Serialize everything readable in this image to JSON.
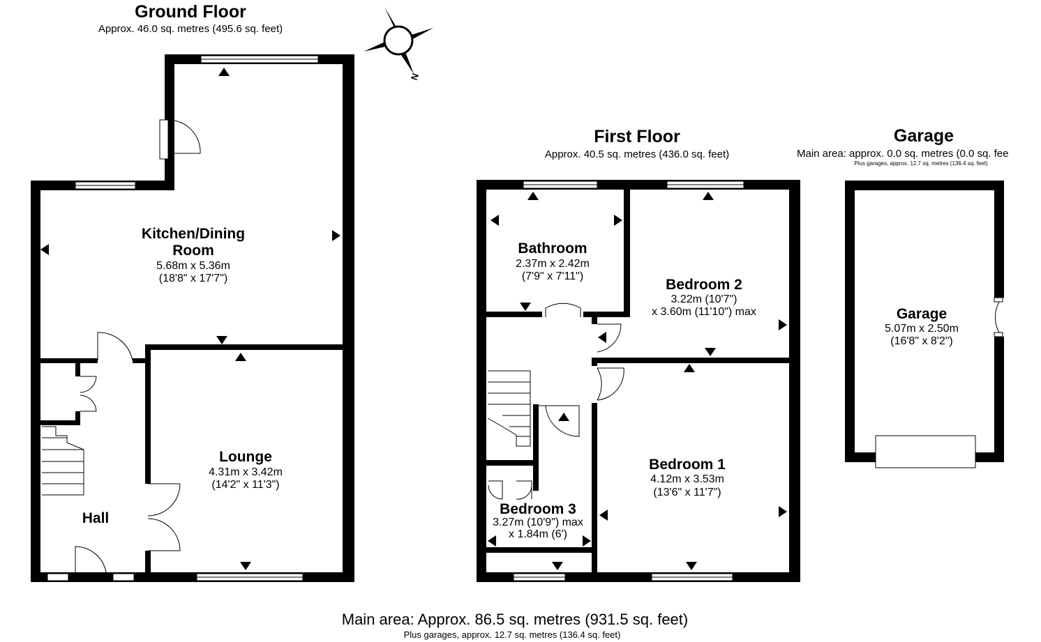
{
  "ground_floor": {
    "title": "Ground Floor",
    "area": "Approx. 46.0 sq. metres (495.6 sq. feet)",
    "rooms": {
      "kitchen": {
        "name_line1": "Kitchen/Dining",
        "name_line2": "Room",
        "metric": "5.68m x 5.36m",
        "imperial": "(18'8\" x 17'7\")"
      },
      "lounge": {
        "name": "Lounge",
        "metric": "4.31m x 3.42m",
        "imperial": "(14'2\" x 11'3\")"
      },
      "hall": {
        "name": "Hall"
      }
    }
  },
  "first_floor": {
    "title": "First Floor",
    "area": "Approx. 40.5 sq. metres (436.0 sq. feet)",
    "rooms": {
      "bathroom": {
        "name": "Bathroom",
        "metric": "2.37m x 2.42m",
        "imperial": "(7'9\" x 7'11\")"
      },
      "bedroom2": {
        "name": "Bedroom 2",
        "line1": "3.22m (10'7\")",
        "line2": "x 3.60m (11'10\") max"
      },
      "bedroom1": {
        "name": "Bedroom 1",
        "metric": "4.12m x 3.53m",
        "imperial": "(13'6\" x 11'7\")"
      },
      "bedroom3": {
        "name": "Bedroom 3",
        "line1": "3.27m (10'9\") max",
        "line2": "x 1.84m (6')"
      }
    }
  },
  "garage": {
    "title": "Garage",
    "area": "Main area: approx. 0.0 sq. metres (0.0 sq. fee",
    "sub": "Plus garages, approx. 12.7 sq. metres (136.4 sq. feet)",
    "room": {
      "name": "Garage",
      "metric": "5.07m x 2.50m",
      "imperial": "(16'8\" x 8'2\")"
    }
  },
  "compass": {
    "label": "N"
  },
  "footer": {
    "main": "Main area: Approx. 86.5 sq. metres (931.5 sq. feet)",
    "sub": "Plus garages, approx. 12.7 sq. metres (136.4 sq. feet)"
  }
}
